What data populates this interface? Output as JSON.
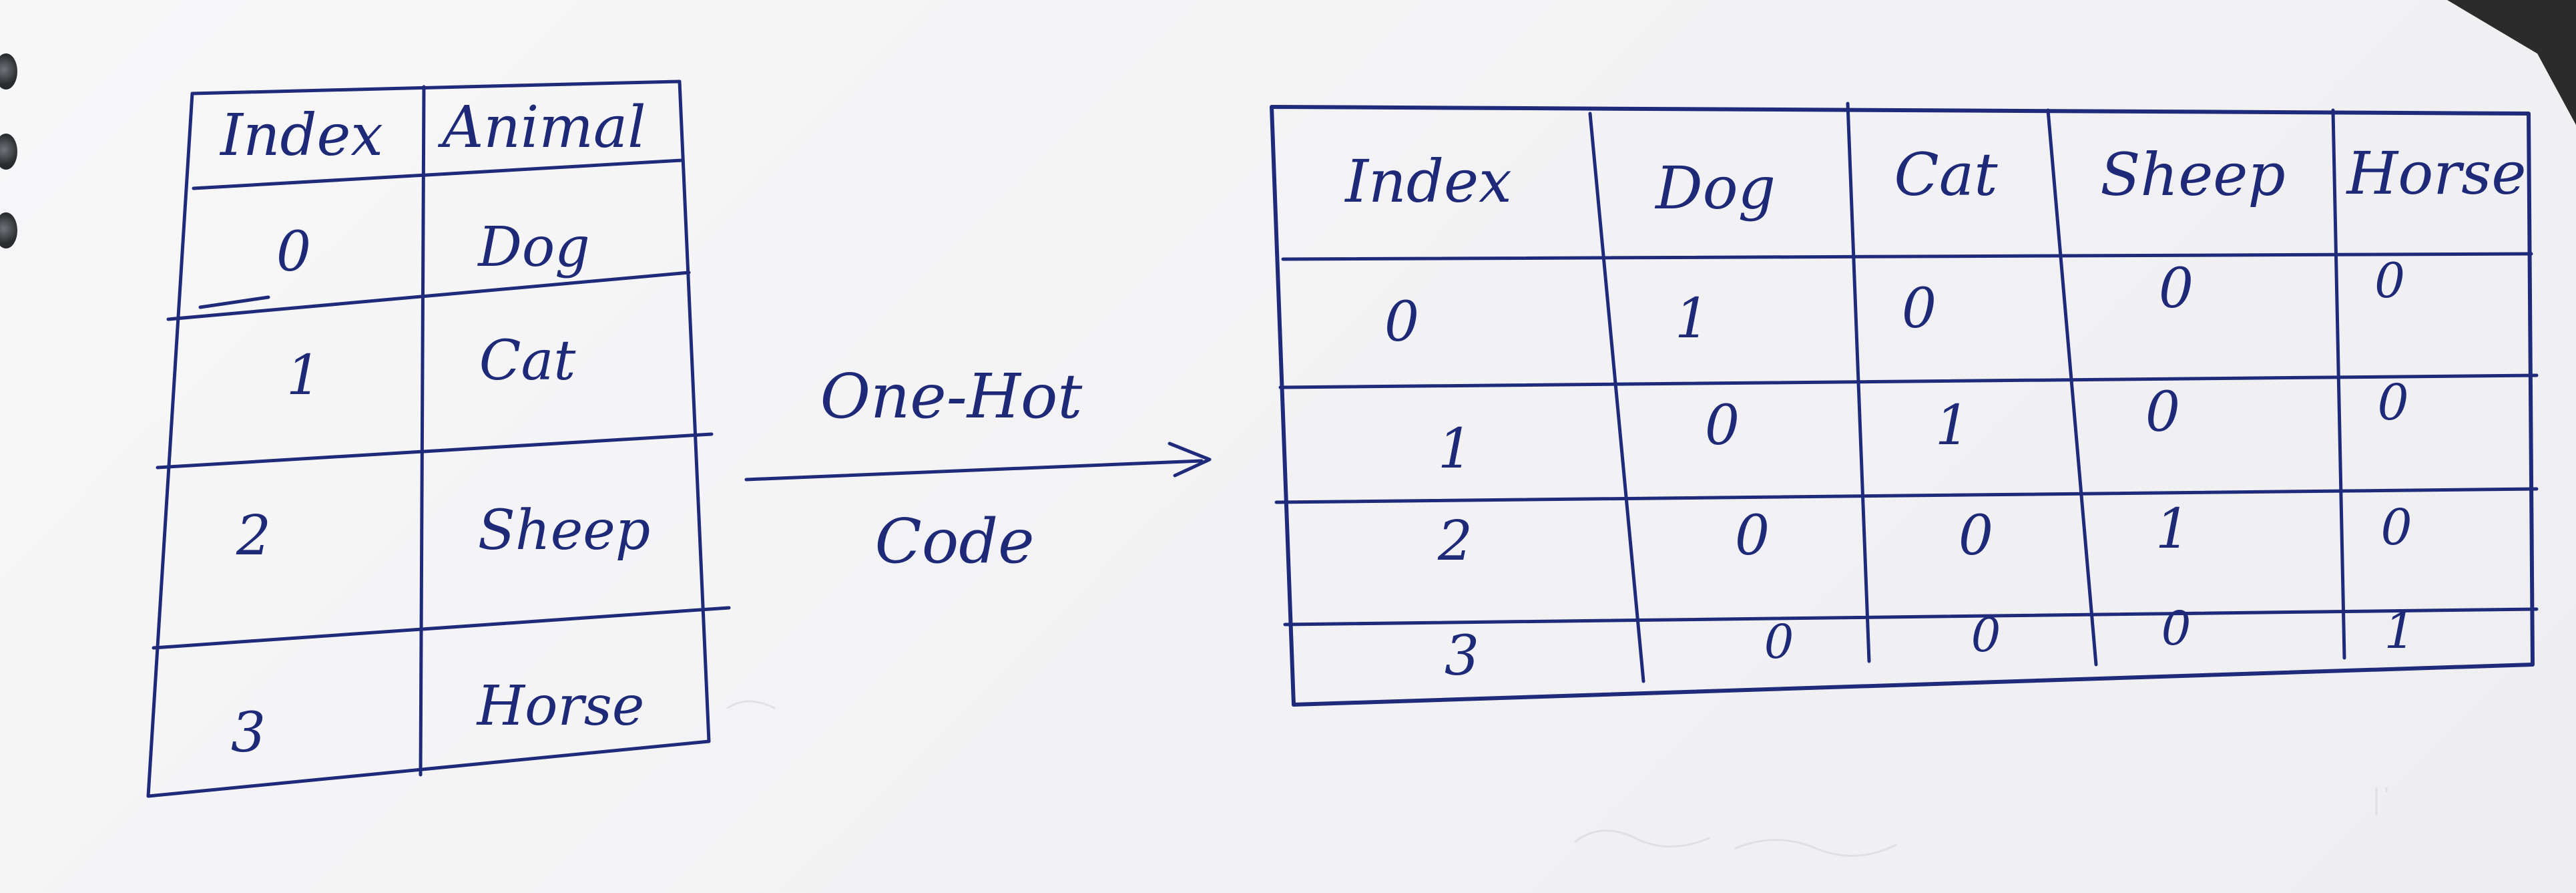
{
  "left_table": {
    "headers": [
      "Index",
      "Animal"
    ],
    "rows": [
      [
        "0",
        "Dog"
      ],
      [
        "1",
        "Cat"
      ],
      [
        "2",
        "Sheep"
      ],
      [
        "3",
        "Horse"
      ]
    ]
  },
  "arrow": {
    "label_top": "One-Hot",
    "label_bottom": "Code"
  },
  "right_table": {
    "headers": [
      "Index",
      "Dog",
      "Cat",
      "Sheep",
      "Horse"
    ],
    "rows": [
      [
        "0",
        "1",
        "0",
        "0",
        "0"
      ],
      [
        "1",
        "0",
        "1",
        "0",
        "0"
      ],
      [
        "2",
        "0",
        "0",
        "1",
        "0"
      ],
      [
        "3",
        "0",
        "0",
        "0",
        "1"
      ]
    ]
  },
  "ink_color": "#1f2b7a",
  "paper_color": "#f4f4f6",
  "background_color": "#2b2b2b"
}
